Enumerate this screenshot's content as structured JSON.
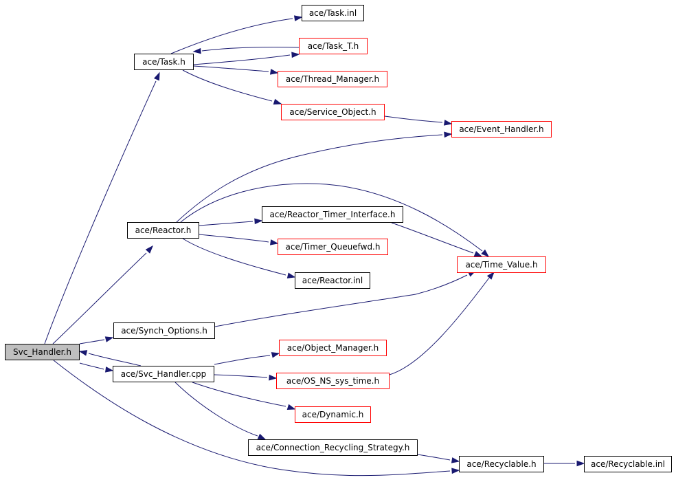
{
  "diagram": {
    "type": "include-dependency-graph",
    "colors": {
      "edge": "#191970",
      "documented_border": "#000000",
      "external_border": "#ff0000",
      "root_fill": "#bfbfbf"
    },
    "nodes": {
      "svc_handler_h": {
        "label": "Svc_Handler.h",
        "kind": "root"
      },
      "task_h": {
        "label": "ace/Task.h",
        "kind": "documented"
      },
      "task_inl": {
        "label": "ace/Task.inl",
        "kind": "documented"
      },
      "task_t_h": {
        "label": "ace/Task_T.h",
        "kind": "external"
      },
      "thread_manager_h": {
        "label": "ace/Thread_Manager.h",
        "kind": "external"
      },
      "service_object_h": {
        "label": "ace/Service_Object.h",
        "kind": "external"
      },
      "event_handler_h": {
        "label": "ace/Event_Handler.h",
        "kind": "external"
      },
      "reactor_h": {
        "label": "ace/Reactor.h",
        "kind": "documented"
      },
      "reactor_timer_interface_h": {
        "label": "ace/Reactor_Timer_Interface.h",
        "kind": "documented"
      },
      "timer_queuefwd_h": {
        "label": "ace/Timer_Queuefwd.h",
        "kind": "external"
      },
      "reactor_inl": {
        "label": "ace/Reactor.inl",
        "kind": "documented"
      },
      "time_value_h": {
        "label": "ace/Time_Value.h",
        "kind": "external"
      },
      "synch_options_h": {
        "label": "ace/Synch_Options.h",
        "kind": "documented"
      },
      "svc_handler_cpp": {
        "label": "ace/Svc_Handler.cpp",
        "kind": "documented"
      },
      "object_manager_h": {
        "label": "ace/Object_Manager.h",
        "kind": "external"
      },
      "os_ns_sys_time_h": {
        "label": "ace/OS_NS_sys_time.h",
        "kind": "external"
      },
      "dynamic_h": {
        "label": "ace/Dynamic.h",
        "kind": "external"
      },
      "connection_recycling_strategy_h": {
        "label": "ace/Connection_Recycling_Strategy.h",
        "kind": "documented"
      },
      "recyclable_h": {
        "label": "ace/Recyclable.h",
        "kind": "documented"
      },
      "recyclable_inl": {
        "label": "ace/Recyclable.inl",
        "kind": "documented"
      }
    },
    "edges": [
      [
        "svc_handler_h",
        "task_h"
      ],
      [
        "svc_handler_h",
        "reactor_h"
      ],
      [
        "svc_handler_h",
        "synch_options_h"
      ],
      [
        "svc_handler_h",
        "svc_handler_cpp"
      ],
      [
        "svc_handler_h",
        "recyclable_h"
      ],
      [
        "task_h",
        "task_inl"
      ],
      [
        "task_h",
        "task_t_h"
      ],
      [
        "task_t_h",
        "task_h"
      ],
      [
        "task_h",
        "thread_manager_h"
      ],
      [
        "task_h",
        "service_object_h"
      ],
      [
        "service_object_h",
        "event_handler_h"
      ],
      [
        "reactor_h",
        "event_handler_h"
      ],
      [
        "reactor_h",
        "time_value_h"
      ],
      [
        "reactor_h",
        "reactor_timer_interface_h"
      ],
      [
        "reactor_h",
        "timer_queuefwd_h"
      ],
      [
        "reactor_h",
        "reactor_inl"
      ],
      [
        "reactor_timer_interface_h",
        "time_value_h"
      ],
      [
        "synch_options_h",
        "time_value_h"
      ],
      [
        "svc_handler_cpp",
        "svc_handler_h"
      ],
      [
        "svc_handler_cpp",
        "object_manager_h"
      ],
      [
        "svc_handler_cpp",
        "os_ns_sys_time_h"
      ],
      [
        "svc_handler_cpp",
        "dynamic_h"
      ],
      [
        "svc_handler_cpp",
        "connection_recycling_strategy_h"
      ],
      [
        "os_ns_sys_time_h",
        "time_value_h"
      ],
      [
        "connection_recycling_strategy_h",
        "recyclable_h"
      ],
      [
        "recyclable_h",
        "recyclable_inl"
      ]
    ]
  }
}
